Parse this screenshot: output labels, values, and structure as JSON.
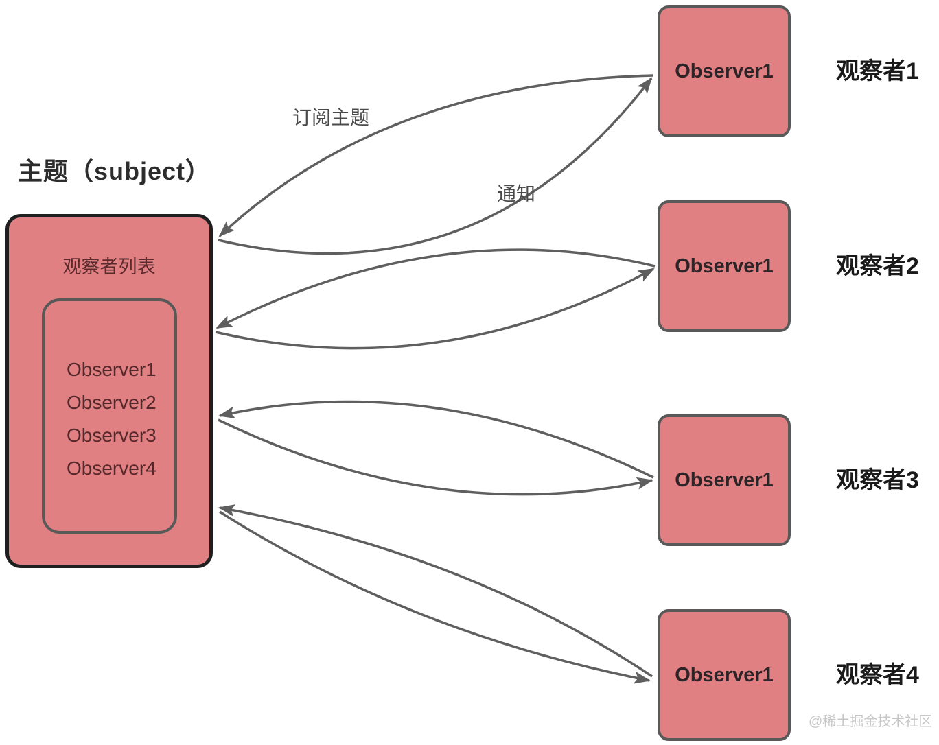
{
  "title": "主题（subject）",
  "subject_box": {
    "label": "观察者列表",
    "list": [
      "Observer1",
      "Observer2",
      "Observer3",
      "Observer4"
    ]
  },
  "arrow_labels": {
    "subscribe": "订阅主题",
    "notify": "通知"
  },
  "observers": [
    {
      "box": "Observer1",
      "label": "观察者1"
    },
    {
      "box": "Observer1",
      "label": "观察者2"
    },
    {
      "box": "Observer1",
      "label": "观察者3"
    },
    {
      "box": "Observer1",
      "label": "观察者4"
    }
  ],
  "watermark": "@稀土掘金技术社区",
  "colors": {
    "node_fill": "#E18082",
    "subject_border": "#1f1f1f",
    "inner_border": "#595959",
    "arrow": "#5f5f5f",
    "title_text": "#2d2d2d",
    "list_text": "#53282b",
    "watermark_text": "#c6c6c6"
  }
}
